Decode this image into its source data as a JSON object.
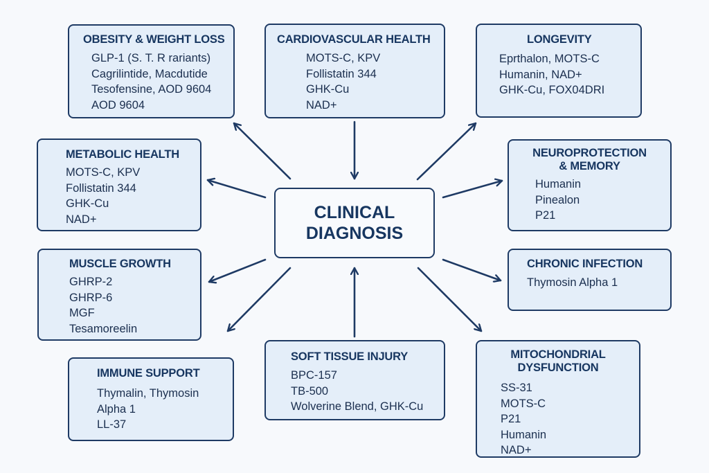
{
  "center": {
    "line1": "CLINICAL",
    "line2": "DIAGNOSIS"
  },
  "categories": [
    {
      "id": "obesity",
      "title": "OBESITY & WEIGHT LOSS",
      "items": [
        "GLP-1 (S. T. R rariants)",
        "Cagrilintide, Macdutide",
        "Tesofensine, AOD 9604",
        "AOD 9604"
      ]
    },
    {
      "id": "cardiovascular",
      "title": "CARDIOVASCULAR HEALTH",
      "items": [
        "MOTS-C, KPV",
        "Follistatin 344",
        "GHK-Cu",
        "NAD+"
      ]
    },
    {
      "id": "longevity",
      "title": "LONGEVITY",
      "items": [
        "Eprthalon, MOTS-C",
        "Humanin, NAD+",
        "GHK-Cu, FOX04DRI"
      ]
    },
    {
      "id": "metabolic",
      "title": "METABOLIC HEALTH",
      "items": [
        "MOTS-C, KPV",
        "Follistatin 344",
        "GHK-Cu",
        "NAD+"
      ]
    },
    {
      "id": "neuroprotection",
      "title_line1": "NEUROPROTECTION",
      "title_line2": "& MEMORY",
      "items": [
        "Humanin",
        "Pinealon",
        "P21"
      ]
    },
    {
      "id": "muscle",
      "title": "MUSCLE GROWTH",
      "items": [
        "GHRP-2",
        "GHRP-6",
        "MGF",
        "Tesamoreelin"
      ]
    },
    {
      "id": "infection",
      "title": "CHRONIC INFECTION",
      "items": [
        "Thymosin Alpha 1"
      ]
    },
    {
      "id": "immune",
      "title": "IMMUNE SUPPORT",
      "items": [
        "Thymalin, Thymosin",
        "Alpha 1",
        "LL-37"
      ]
    },
    {
      "id": "soft-tissue",
      "title": "SOFT TISSUE INJURY",
      "items": [
        "BPC-157",
        "TB-500",
        "Wolverine Blend, GHK-Cu"
      ]
    },
    {
      "id": "mitochondrial",
      "title_line1": "MITOCHONDRIAL",
      "title_line2": "DYSFUNCTION",
      "items": [
        "SS-31",
        "MOTS-C",
        "P21",
        "Humanin",
        "NAD+"
      ]
    }
  ],
  "connections": [
    {
      "from": "center",
      "to": "obesity",
      "direction": "outward"
    },
    {
      "from": "cardiovascular",
      "to": "center",
      "direction": "inward"
    },
    {
      "from": "center",
      "to": "longevity",
      "direction": "outward"
    },
    {
      "from": "center",
      "to": "metabolic",
      "direction": "outward"
    },
    {
      "from": "center",
      "to": "neuroprotection",
      "direction": "outward"
    },
    {
      "from": "center",
      "to": "muscle",
      "direction": "outward"
    },
    {
      "from": "center",
      "to": "infection",
      "direction": "outward"
    },
    {
      "from": "center",
      "to": "immune",
      "direction": "outward"
    },
    {
      "from": "soft-tissue",
      "to": "center",
      "direction": "inward"
    },
    {
      "from": "center",
      "to": "mitochondrial",
      "direction": "outward"
    }
  ],
  "colors": {
    "stroke": "#1e3a64",
    "box_fill": "#e4eef9",
    "center_fill": "#f8fafd",
    "background": "#f7f9fc",
    "text": "#173660"
  }
}
